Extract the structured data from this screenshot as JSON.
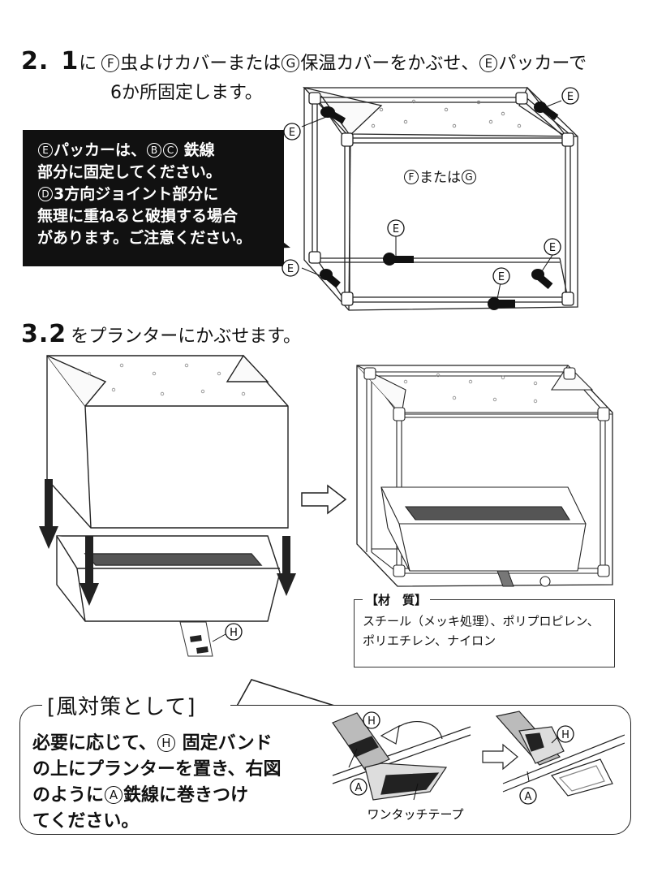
{
  "step2": {
    "number": "2.",
    "num1": "1",
    "t_ni": "に",
    "F": "F",
    "t_cover": "虫よけカバーまたは",
    "G": "G",
    "t_warm": "保温カバーをかぶせ、",
    "E": "E",
    "t_packer": "パッカーで",
    "line2": "6か所固定します。"
  },
  "note": {
    "E": "E",
    "t1": "パッカーは、",
    "B": "B",
    "C": "C",
    "t2": " 鉄線",
    "line2": "部分に固定してください。",
    "D": "D",
    "t3": "3方向ジョイント部分に",
    "line4": "無理に重ねると破損する場合",
    "line5": "があります。ご注意ください。"
  },
  "diagram1": {
    "marker": "E",
    "center_F": "F",
    "center_mid": "または",
    "center_G": "G"
  },
  "step3": {
    "number": "3.",
    "num2": "2",
    "text": "をプランターにかぶせます。",
    "band_label": "H"
  },
  "material": {
    "heading": "【材　質】",
    "line1": "スチール（メッキ処理）、ポリプロピレン、",
    "line2": "ポリエチレン、ナイロン"
  },
  "wind": {
    "title": "[風対策として]",
    "l1a": "必要に応じて、",
    "H": "H",
    "l1b": " 固定バンド",
    "l2": "の上にプランターを置き、右図",
    "l3a": "のように",
    "A": "A",
    "l3b": "鉄線に巻きつけ",
    "l4": "てください。",
    "tape_label": "ワンタッチテープ",
    "label_H": "H",
    "label_A": "A"
  }
}
